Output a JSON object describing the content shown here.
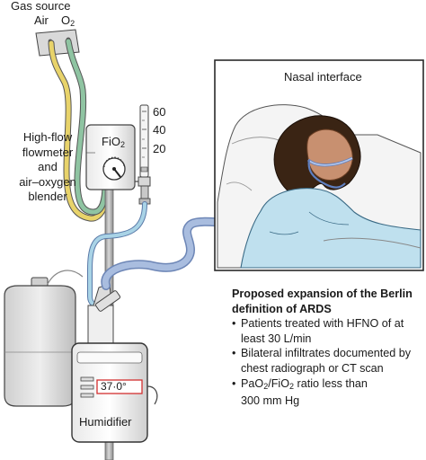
{
  "gas_source": {
    "title": "Gas source",
    "air_label": "Air",
    "oxygen_label": "O",
    "oxygen_sub": "2"
  },
  "blender": {
    "label_lines": [
      "High-flow",
      "flowmeter",
      "and",
      "air–oxygen",
      "blender"
    ],
    "fio2_label": "FiO",
    "fio2_sub": "2"
  },
  "flowmeter_scale": [
    "60",
    "40",
    "20"
  ],
  "nasal_interface": {
    "label": "Nasal interface"
  },
  "humidifier": {
    "label": "Humidifier",
    "display_value": "37·0°"
  },
  "ards": {
    "title_lines": [
      "Proposed expansion of the Berlin",
      "definition of ARDS"
    ],
    "bullets": [
      [
        "Patients treated with HFNO of at",
        "least 30 L/min"
      ],
      [
        "Bilateral infiltrates documented by",
        "chest radiograph or CT scan"
      ]
    ],
    "pao2_prefix": "PaO",
    "pao2_sub": "2",
    "fio2_mid": "/FiO",
    "fio2_sub": "2",
    "pao2_suffix": " ratio less than",
    "pao2_line2": "300 mm Hg"
  },
  "colors": {
    "air_tube": "#e8d36a",
    "oxygen_tube": "#8fc4a2",
    "patient_tubing": "#a9bddf",
    "pole": "#a8a8a8",
    "gown": "#bfe0ee",
    "skin": "#c89070",
    "hair": "#3a2414"
  }
}
